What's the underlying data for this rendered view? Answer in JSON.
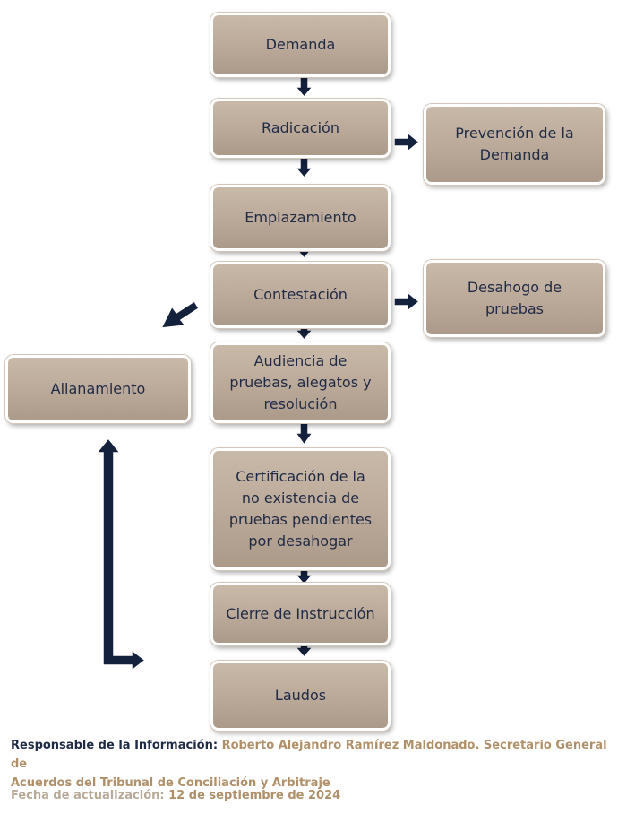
{
  "nodes": {
    "demanda": "Demanda",
    "radicacion": "Radicación",
    "prevencion": "Prevención de la\nDemanda",
    "emplazamiento": "Emplazamiento",
    "contestacion": "Contestación",
    "desahogo": "Desahogo de\npruebas",
    "allanamiento": "Allanamiento",
    "audiencia": "Audiencia de\npruebas, alegatos y\nresolución",
    "certificacion": "Certificación de la\nno existencia de\npruebas pendientes\npor desahogar",
    "cierre": "Cierre de Instrucción",
    "laudos": "Laudos"
  },
  "footer": {
    "responsable_label": "Responsable de la Información:",
    "responsable_value_line1": "Roberto Alejandro Ramírez Maldonado. Secretario General de",
    "responsable_value_line2": "Acuerdos del Tribunal de Conciliación y Arbitraje",
    "fecha_label": "Fecha de actualización:",
    "fecha_value": "12 de septiembre de 2024"
  },
  "colors": {
    "box_fill": "#baa999",
    "box_text": "#1f2a44",
    "arrow": "#14213d",
    "footer_value": "#b0906a"
  }
}
